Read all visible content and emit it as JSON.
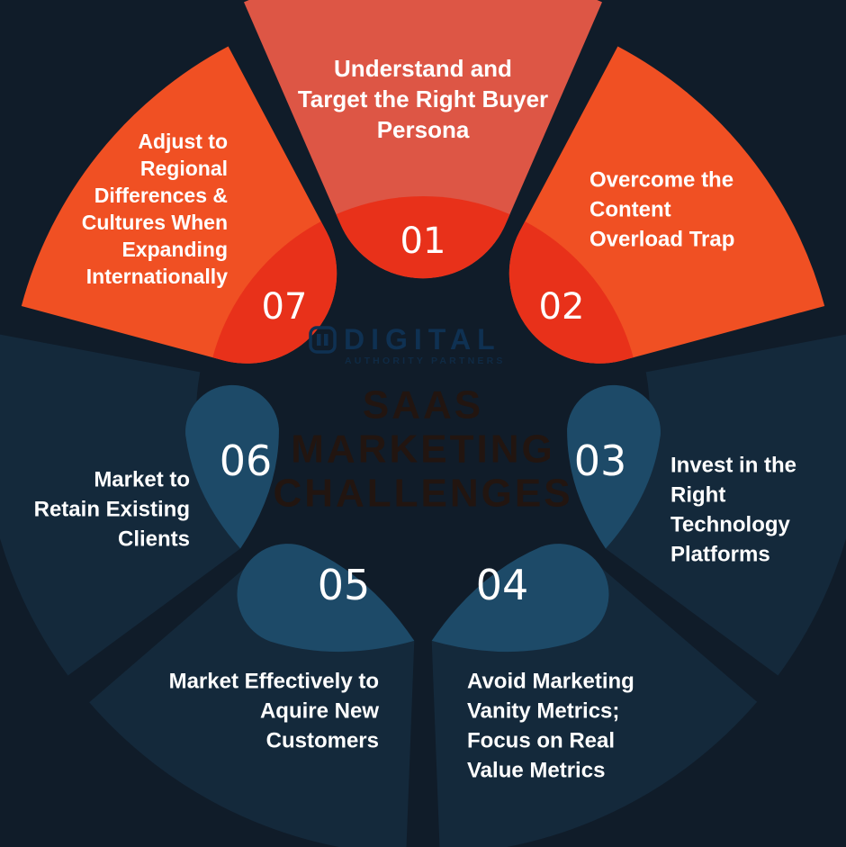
{
  "infographic": {
    "center": {
      "logo_text": "DIGITAL",
      "logo_subtext": "AUTHORITY PARTNERS",
      "title_lines": [
        "SAAS",
        "MARKETING",
        "CHALLENGES"
      ]
    },
    "colors": {
      "background": "#101c29",
      "sector_navy": "#14293b",
      "petal_blue": "#1d4a68",
      "sector_orange": "#f05023",
      "sector_salmon": "#dd5645",
      "disc_red": "#e8311a",
      "label_white": "#ffffff",
      "center_title": "#221510",
      "logo_blue": "#0f3152"
    },
    "segments": [
      {
        "number": "01",
        "label_lines": [
          "Understand and",
          "Target the Right Buyer",
          "Persona"
        ]
      },
      {
        "number": "02",
        "label_lines": [
          "Overcome the",
          "Content",
          "Overload Trap"
        ]
      },
      {
        "number": "03",
        "label_lines": [
          "Invest in the",
          "Right",
          "Technology",
          "Platforms"
        ]
      },
      {
        "number": "04",
        "label_lines": [
          "Avoid Marketing",
          "Vanity Metrics;",
          "Focus on Real",
          "Value Metrics"
        ]
      },
      {
        "number": "05",
        "label_lines": [
          "Market Effectively to",
          "Aquire New",
          "Customers"
        ]
      },
      {
        "number": "06",
        "label_lines": [
          "Market to",
          "Retain Existing",
          "Clients"
        ]
      },
      {
        "number": "07",
        "label_lines": [
          "Adjust to",
          "Regional",
          "Differences &",
          "Cultures When",
          "Expanding",
          "Internationally"
        ]
      }
    ]
  }
}
